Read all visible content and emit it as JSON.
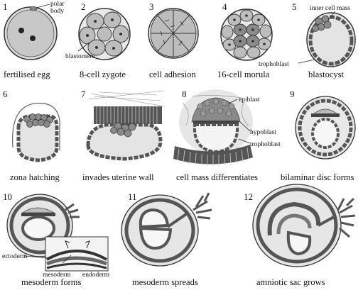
{
  "stages": [
    {
      "number": "1",
      "caption": "fertilised egg"
    },
    {
      "number": "2",
      "caption": "8-cell zygote"
    },
    {
      "number": "3",
      "caption": "cell adhesion"
    },
    {
      "number": "4",
      "caption": "16-cell morula"
    },
    {
      "number": "5",
      "caption": "blastocyst"
    },
    {
      "number": "6",
      "caption": "zona hatching"
    },
    {
      "number": "7",
      "caption": "invades uterine wall"
    },
    {
      "number": "8",
      "caption": "cell mass differentiates"
    },
    {
      "number": "9",
      "caption": "bilaminar disc forms"
    },
    {
      "number": "10",
      "caption": "mesoderm forms"
    },
    {
      "number": "11",
      "caption": "mesoderm spreads"
    },
    {
      "number": "12",
      "caption": "amniotic sac grows"
    }
  ],
  "labels": {
    "polar_body": "polar\nbody",
    "blastomere": "blastomere",
    "inner_cell_mass": "inner cell mass",
    "trophoblast": "trophoblast",
    "epiblast": "epiblast",
    "hypoblast": "hypoblast",
    "trophoblast_8": "trophoblast",
    "ectoderm": "ectoderm",
    "mesoderm": "mesoderm",
    "endoderm": "endoderm"
  }
}
